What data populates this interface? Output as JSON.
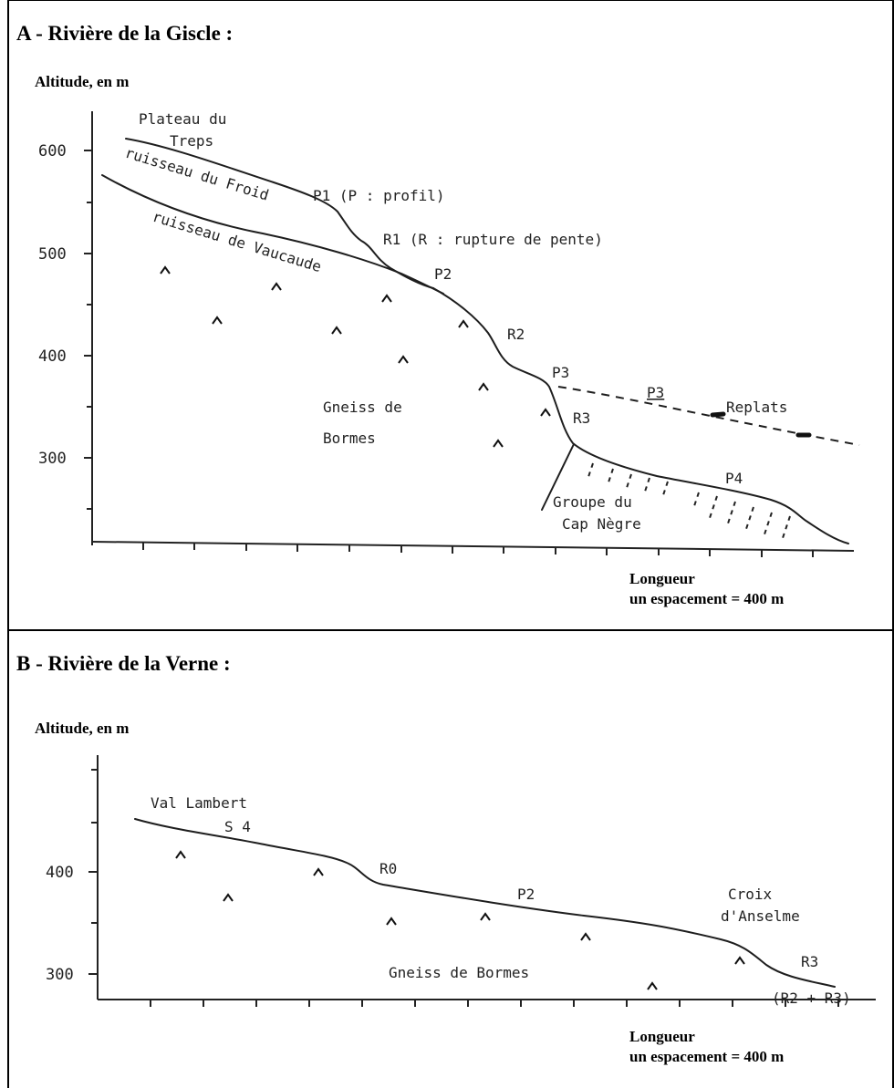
{
  "panel_a": {
    "title": "A - Rivière de la Giscle :",
    "y_axis_label": "Altitude, en m",
    "y_ticks": [
      "600",
      "500",
      "400",
      "300"
    ],
    "x_axis_label": "Longueur",
    "x_scale_note": "un espacement = 400 m",
    "labels": {
      "plateau_line1": "Plateau du",
      "plateau_line2": "Treps",
      "ruisseau_froid": "ruisseau du Froid",
      "ruisseau_vaucaude": "ruisseau de Vaucaude",
      "p1": "P1 (P : profil)",
      "r1": "R1 (R : rupture de pente)",
      "p2": "P2",
      "r2": "R2",
      "p3": "P3",
      "p3_replat": "P3",
      "replats": "Replats",
      "r3": "R3",
      "p4": "P4",
      "gneiss_line1": "Gneiss de",
      "gneiss_line2": "Bormes",
      "groupe_line1": "Groupe du",
      "groupe_line2": "Cap Nègre"
    }
  },
  "panel_b": {
    "title": "B - Rivière de la Verne :",
    "y_axis_label": "Altitude, en m",
    "y_ticks": [
      "400",
      "300"
    ],
    "x_axis_label": "Longueur",
    "x_scale_note": "un espacement = 400 m",
    "labels": {
      "val_lambert": "Val Lambert",
      "s4": "S 4",
      "r0": "R0",
      "p2": "P2",
      "croix_line1": "Croix",
      "croix_line2": "d'Anselme",
      "r3": "R3",
      "r2_r3": "(R2 + R3)",
      "gneiss": "Gneiss de Bormes"
    }
  },
  "colors": {
    "ink": "#1e1e1e",
    "background": "#ffffff"
  },
  "icons": [
    "caret-rock-symbol"
  ]
}
